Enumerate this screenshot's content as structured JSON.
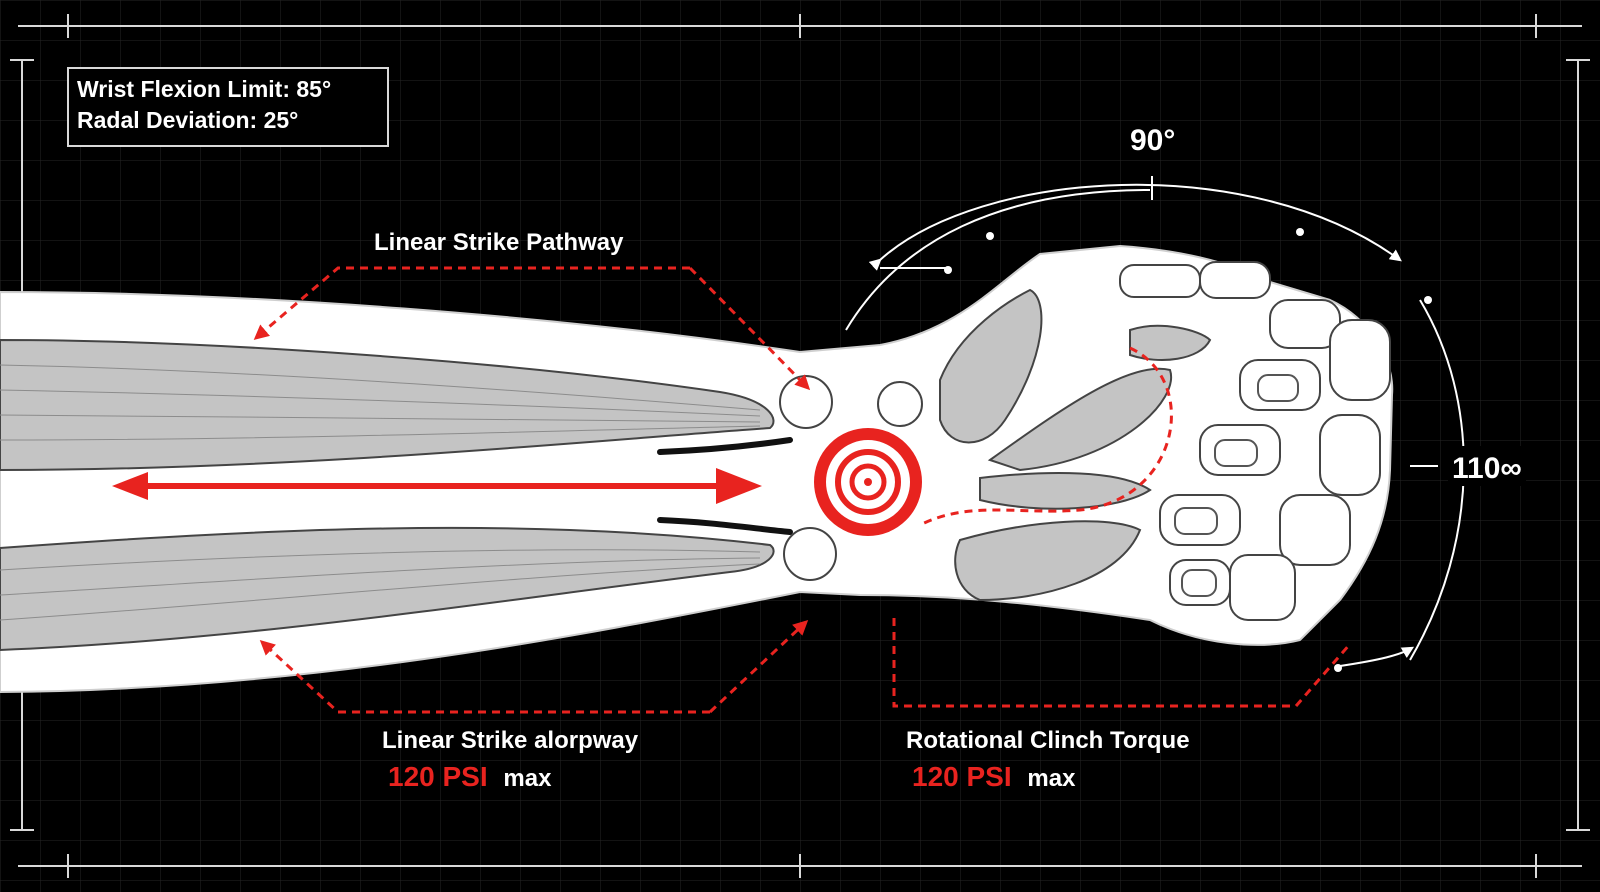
{
  "info_box": {
    "line1": "Wrist Flexion Limit: 85°",
    "line2": "Radal Deviation: 25°"
  },
  "labels": {
    "top_pathway": "Linear Strike Pathway",
    "bottom_pathway": "Linear Strike alorpway",
    "bottom_pathway_value": "120 PSI",
    "bottom_pathway_unit": "max",
    "torque": "Rotational Clinch Torque",
    "torque_value": "120 PSI",
    "torque_unit": "max"
  },
  "angles": {
    "upper_arc": "90°",
    "right_arc": "110∞"
  },
  "colors": {
    "background": "#000000",
    "grid": "#2a2a2a",
    "accent_red": "#e8231f",
    "outline": "#ffffff",
    "muscle": "#c4c4c4"
  }
}
